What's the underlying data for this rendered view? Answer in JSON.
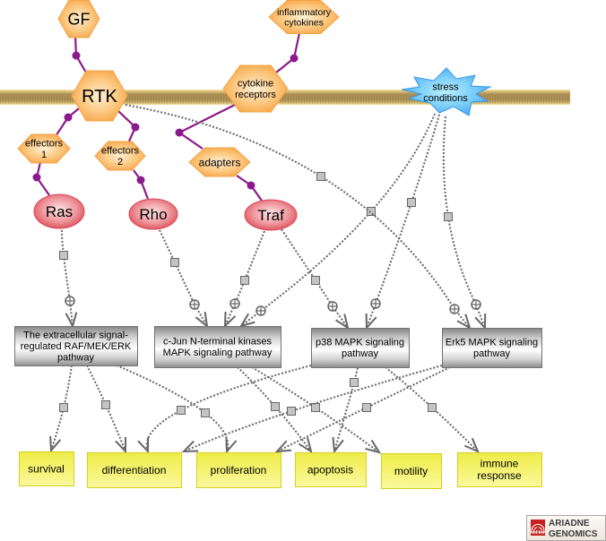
{
  "nodes": [
    {
      "id": "gf",
      "type": "ligand",
      "label": [
        "GF"
      ]
    },
    {
      "id": "inflammatory_cytokines",
      "type": "ligand",
      "label": [
        "inflammatory",
        "cytokines"
      ]
    },
    {
      "id": "rtk",
      "type": "receptor",
      "label": [
        "RTK"
      ]
    },
    {
      "id": "cytokine_receptors",
      "type": "receptor",
      "label": [
        "cytokine",
        "receptors"
      ]
    },
    {
      "id": "stress_conditions",
      "type": "condition",
      "label": [
        "stress",
        "conditions"
      ]
    },
    {
      "id": "effectors_1",
      "type": "protein-group",
      "label": [
        "effectors",
        "1"
      ]
    },
    {
      "id": "effectors_2",
      "type": "protein-group",
      "label": [
        "effectors",
        "2"
      ]
    },
    {
      "id": "adapters",
      "type": "protein-group",
      "label": [
        "adapters"
      ]
    },
    {
      "id": "ras",
      "type": "protein",
      "label": [
        "Ras"
      ]
    },
    {
      "id": "rho",
      "type": "protein",
      "label": [
        "Rho"
      ]
    },
    {
      "id": "traf",
      "type": "protein",
      "label": [
        "Traf"
      ]
    },
    {
      "id": "erk_pathway",
      "type": "pathway",
      "label": [
        "The extracellular signal-",
        "regulated RAF/MEK/ERK",
        "pathway"
      ]
    },
    {
      "id": "jnk_pathway",
      "type": "pathway",
      "label": [
        "c-Jun N-terminal kinases",
        "MAPK signaling pathway"
      ]
    },
    {
      "id": "p38_pathway",
      "type": "pathway",
      "label": [
        "p38 MAPK signaling",
        "pathway"
      ]
    },
    {
      "id": "erk5_pathway",
      "type": "pathway",
      "label": [
        "Erk5 MAPK signaling",
        "pathway"
      ]
    },
    {
      "id": "survival",
      "type": "cell-process",
      "label": [
        "survival"
      ]
    },
    {
      "id": "differentiation",
      "type": "cell-process",
      "label": [
        "differentiation"
      ]
    },
    {
      "id": "proliferation",
      "type": "cell-process",
      "label": [
        "proliferation"
      ]
    },
    {
      "id": "apoptosis",
      "type": "cell-process",
      "label": [
        "apoptosis"
      ]
    },
    {
      "id": "motility",
      "type": "cell-process",
      "label": [
        "motility"
      ]
    },
    {
      "id": "immune_response",
      "type": "cell-process",
      "label": [
        "immune",
        "response"
      ]
    }
  ],
  "edges": [
    {
      "from": "gf",
      "to": "rtk",
      "type": "binding"
    },
    {
      "from": "inflammatory_cytokines",
      "to": "cytokine_receptors",
      "type": "binding"
    },
    {
      "from": "rtk",
      "to": "effectors_1",
      "type": "binding"
    },
    {
      "from": "rtk",
      "to": "effectors_2",
      "type": "binding"
    },
    {
      "from": "cytokine_receptors",
      "to": "adapters",
      "type": "binding"
    },
    {
      "from": "effectors_1",
      "to": "ras",
      "type": "binding"
    },
    {
      "from": "effectors_2",
      "to": "rho",
      "type": "binding"
    },
    {
      "from": "adapters",
      "to": "traf",
      "type": "binding"
    },
    {
      "from": "ras",
      "to": "erk_pathway",
      "type": "regulation",
      "effect": "positive"
    },
    {
      "from": "rho",
      "to": "jnk_pathway",
      "type": "regulation",
      "effect": "positive"
    },
    {
      "from": "traf",
      "to": "jnk_pathway",
      "type": "regulation",
      "effect": "positive"
    },
    {
      "from": "stress_conditions",
      "to": "jnk_pathway",
      "type": "regulation",
      "effect": "positive"
    },
    {
      "from": "traf",
      "to": "p38_pathway",
      "type": "regulation",
      "effect": "positive"
    },
    {
      "from": "stress_conditions",
      "to": "p38_pathway",
      "type": "regulation",
      "effect": "positive"
    },
    {
      "from": "rtk",
      "to": "erk5_pathway",
      "type": "regulation",
      "effect": "positive"
    },
    {
      "from": "stress_conditions",
      "to": "erk5_pathway",
      "type": "regulation",
      "effect": "positive"
    },
    {
      "from": "erk_pathway",
      "to": "survival",
      "type": "regulation",
      "effect": "unspecified"
    },
    {
      "from": "erk_pathway",
      "to": "differentiation",
      "type": "regulation",
      "effect": "unspecified"
    },
    {
      "from": "erk_pathway",
      "to": "proliferation",
      "type": "regulation",
      "effect": "unspecified"
    },
    {
      "from": "jnk_pathway",
      "to": "apoptosis",
      "type": "regulation",
      "effect": "unspecified"
    },
    {
      "from": "jnk_pathway",
      "to": "motility",
      "type": "regulation",
      "effect": "unspecified"
    },
    {
      "from": "p38_pathway",
      "to": "differentiation",
      "type": "regulation",
      "effect": "unspecified"
    },
    {
      "from": "p38_pathway",
      "to": "apoptosis",
      "type": "regulation",
      "effect": "unspecified"
    },
    {
      "from": "p38_pathway",
      "to": "immune_response",
      "type": "regulation",
      "effect": "unspecified"
    },
    {
      "from": "erk5_pathway",
      "to": "differentiation",
      "type": "regulation",
      "effect": "unspecified"
    },
    {
      "from": "erk5_pathway",
      "to": "proliferation",
      "type": "regulation",
      "effect": "unspecified"
    }
  ],
  "logo": {
    "line1": "ARIADNE",
    "line2": "GENOMICS"
  },
  "colors": {
    "binding": "#8B1A8B",
    "regulation": "#666666",
    "hexagon_fill": "#F8A848",
    "protein_fill": "#E05058",
    "pathway_fill": "#9A9A9A",
    "process_fill": "#F0EE50",
    "condition_fill": "#58B8F0",
    "membrane": "#B09458",
    "logo_red": "#C42020"
  }
}
